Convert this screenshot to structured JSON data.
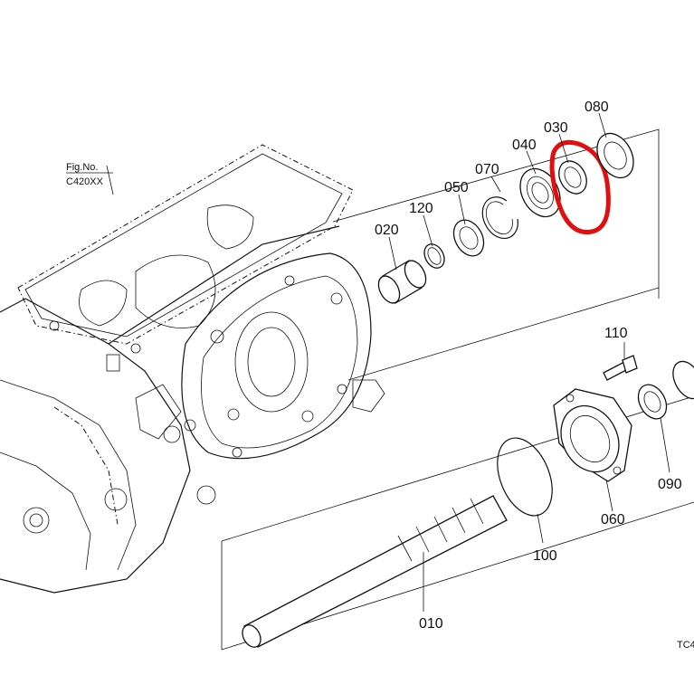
{
  "figure": {
    "fig_label": "Fig.No.",
    "fig_number": "C420XX",
    "corner_code": "TC4"
  },
  "callouts": [
    {
      "id": "010",
      "text": "010"
    },
    {
      "id": "020",
      "text": "020"
    },
    {
      "id": "030",
      "text": "030"
    },
    {
      "id": "040",
      "text": "040"
    },
    {
      "id": "050",
      "text": "050"
    },
    {
      "id": "060",
      "text": "060"
    },
    {
      "id": "070",
      "text": "070"
    },
    {
      "id": "080",
      "text": "080"
    },
    {
      "id": "090",
      "text": "090"
    },
    {
      "id": "100",
      "text": "100"
    },
    {
      "id": "110",
      "text": "110"
    },
    {
      "id": "120",
      "text": "120"
    }
  ],
  "highlight": {
    "color": "#e01010",
    "target": "030"
  },
  "colors": {
    "line": "#111111",
    "background": "#ffffff"
  }
}
